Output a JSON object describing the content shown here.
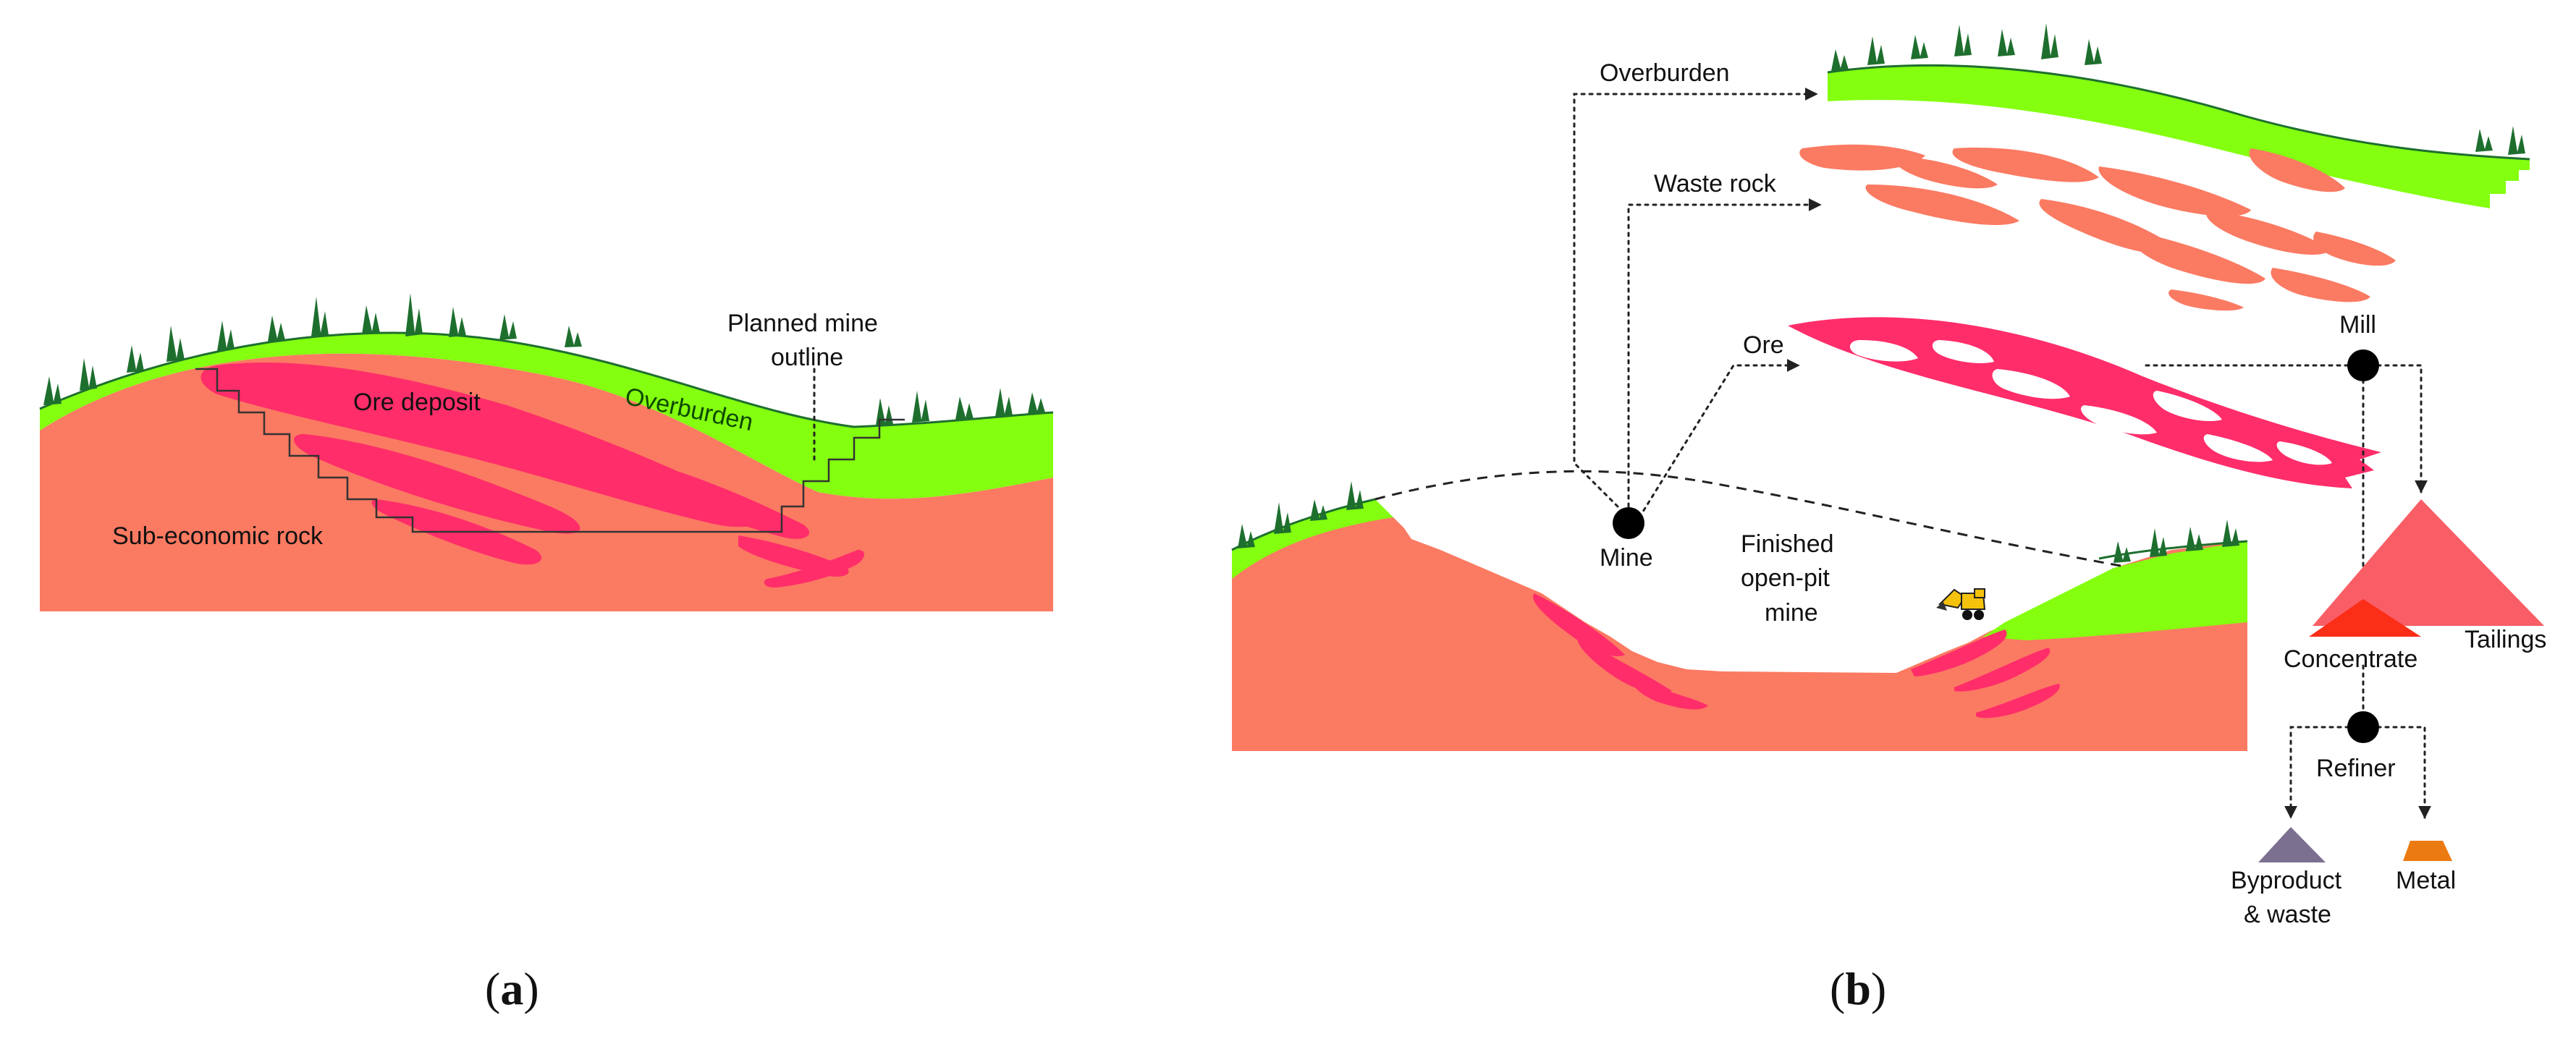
{
  "panel_a": {
    "panel_label": "a",
    "labels": {
      "planned_mine_outline_line1": "Planned mine",
      "planned_mine_outline_line2": "outline",
      "ore_deposit": "Ore deposit",
      "overburden": "Overburden",
      "sub_economic_rock": "Sub-economic rock"
    }
  },
  "panel_b": {
    "panel_label": "b",
    "labels": {
      "overburden": "Overburden",
      "waste_rock": "Waste rock",
      "ore": "Ore",
      "mine": "Mine",
      "finished_line1": "Finished",
      "finished_line2": "open-pit",
      "finished_line3": "mine",
      "mill": "Mill",
      "concentrate": "Concentrate",
      "tailings": "Tailings",
      "refiner": "Refiner",
      "byproduct_line1": "Byproduct",
      "byproduct_line2": "& waste",
      "metal": "Metal"
    }
  },
  "colors": {
    "overburden_green": "#84ff10",
    "grass_dark": "#1e6f2e",
    "rock_salmon": "#fb7a62",
    "ore_pink": "#ff2d6a",
    "waste_salmon": "#fb7a62",
    "tailings": "#f95e66",
    "concentrate": "#fb2e18",
    "byproduct": "#7c7090",
    "metal": "#ec7a12",
    "node_black": "#000000"
  }
}
